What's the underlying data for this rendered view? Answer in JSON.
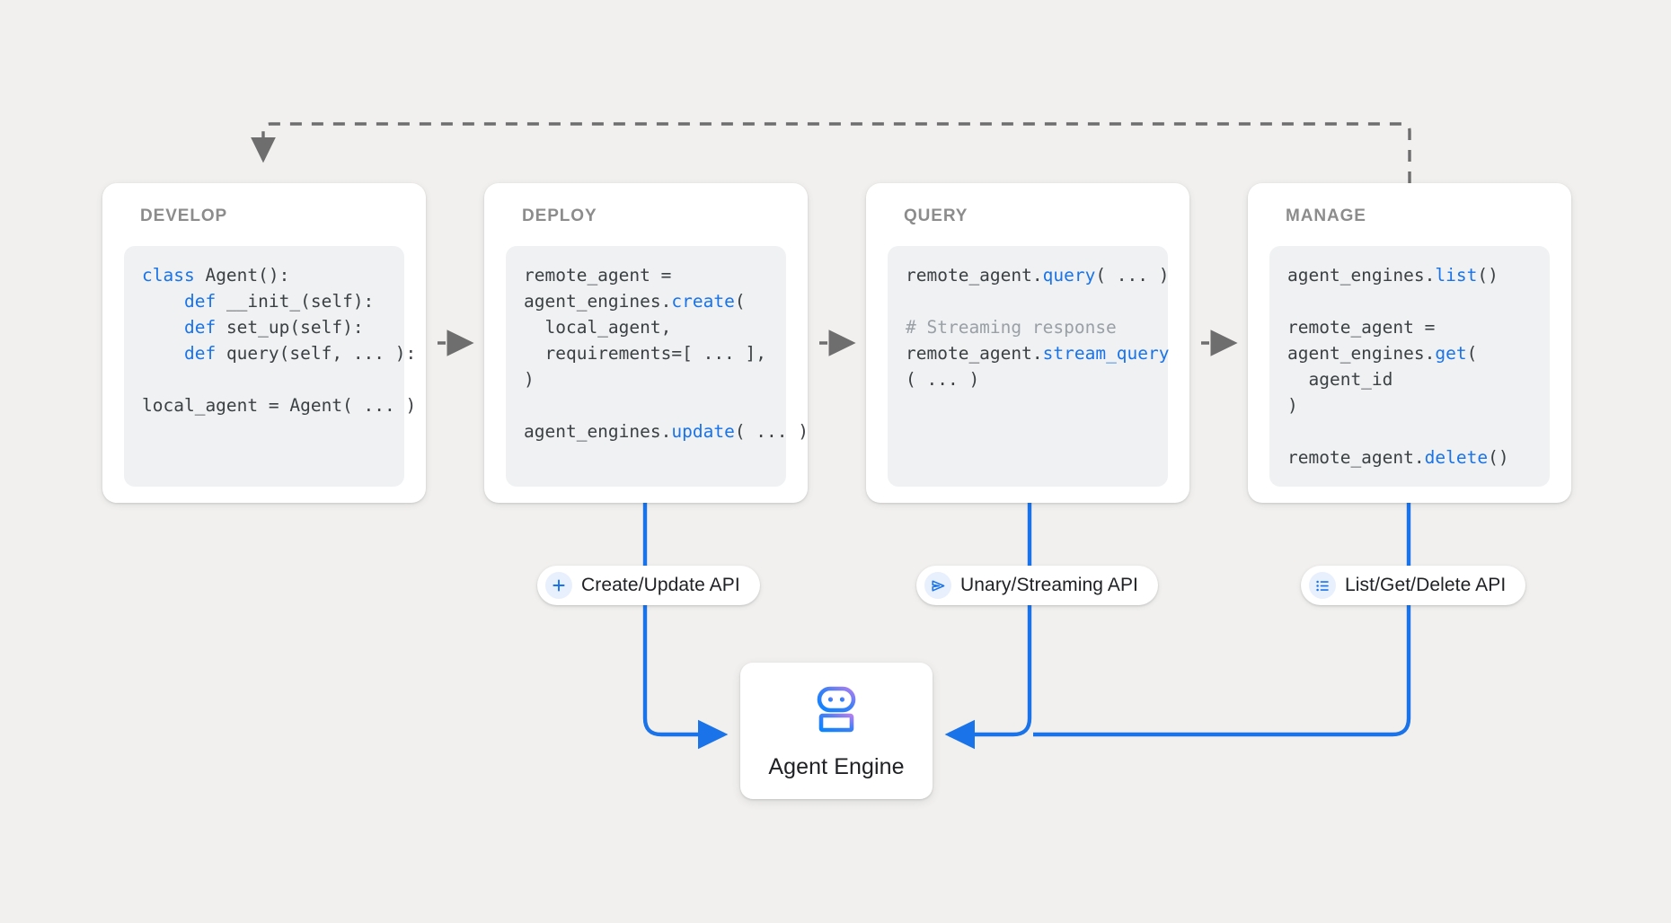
{
  "colors": {
    "canvas": "#f1f0ee",
    "card": "#ffffff",
    "code_bg": "#eff1f3",
    "code_text": "#3c4043",
    "code_keyword": "#1a73e8",
    "code_comment": "#9aa0a6",
    "title_text": "#8c8c8c",
    "wire_blue": "#1a73e8",
    "wire_gray": "#6e6e6e",
    "pill_icon_bg": "#e8f0fe",
    "robot_gradient_start": "#b07ff0",
    "robot_gradient_end": "#0b84ff"
  },
  "stages": [
    {
      "id": "develop",
      "title": "DEVELOP",
      "code_lines": [
        [
          {
            "t": "class ",
            "s": "kw"
          },
          {
            "t": "Agent():",
            "s": ""
          }
        ],
        [
          {
            "t": "    ",
            "s": ""
          },
          {
            "t": "def ",
            "s": "kw"
          },
          {
            "t": "__init_(self):",
            "s": ""
          }
        ],
        [
          {
            "t": "    ",
            "s": ""
          },
          {
            "t": "def ",
            "s": "kw"
          },
          {
            "t": "set_up(self):",
            "s": ""
          }
        ],
        [
          {
            "t": "    ",
            "s": ""
          },
          {
            "t": "def ",
            "s": "kw"
          },
          {
            "t": "query(self, ... ):",
            "s": ""
          }
        ],
        [
          {
            "t": "",
            "s": ""
          }
        ],
        [
          {
            "t": "local_agent = Agent( ... )",
            "s": ""
          }
        ]
      ]
    },
    {
      "id": "deploy",
      "title": "DEPLOY",
      "code_lines": [
        [
          {
            "t": "remote_agent =",
            "s": ""
          }
        ],
        [
          {
            "t": "agent_engines.",
            "s": ""
          },
          {
            "t": "create",
            "s": "fn"
          },
          {
            "t": "(",
            "s": ""
          }
        ],
        [
          {
            "t": "  local_agent,",
            "s": ""
          }
        ],
        [
          {
            "t": "  requirements=[ ... ],",
            "s": ""
          }
        ],
        [
          {
            "t": ")",
            "s": ""
          }
        ],
        [
          {
            "t": "",
            "s": ""
          }
        ],
        [
          {
            "t": "agent_engines.",
            "s": ""
          },
          {
            "t": "update",
            "s": "fn"
          },
          {
            "t": "( ... )",
            "s": ""
          }
        ]
      ]
    },
    {
      "id": "query",
      "title": "QUERY",
      "code_lines": [
        [
          {
            "t": "remote_agent.",
            "s": ""
          },
          {
            "t": "query",
            "s": "fn"
          },
          {
            "t": "( ... )",
            "s": ""
          }
        ],
        [
          {
            "t": "",
            "s": ""
          }
        ],
        [
          {
            "t": "# Streaming response",
            "s": "cmt"
          }
        ],
        [
          {
            "t": "remote_agent.",
            "s": ""
          },
          {
            "t": "stream_query",
            "s": "fn"
          }
        ],
        [
          {
            "t": "( ... )",
            "s": ""
          }
        ]
      ]
    },
    {
      "id": "manage",
      "title": "MANAGE",
      "code_lines": [
        [
          {
            "t": "agent_engines.",
            "s": ""
          },
          {
            "t": "list",
            "s": "fn"
          },
          {
            "t": "()",
            "s": ""
          }
        ],
        [
          {
            "t": "",
            "s": ""
          }
        ],
        [
          {
            "t": "remote_agent =",
            "s": ""
          }
        ],
        [
          {
            "t": "agent_engines.",
            "s": ""
          },
          {
            "t": "get",
            "s": "fn"
          },
          {
            "t": "(",
            "s": ""
          }
        ],
        [
          {
            "t": "  agent_id",
            "s": ""
          }
        ],
        [
          {
            "t": ")",
            "s": ""
          }
        ],
        [
          {
            "t": "",
            "s": ""
          }
        ],
        [
          {
            "t": "remote_agent.",
            "s": ""
          },
          {
            "t": "delete",
            "s": "fn"
          },
          {
            "t": "()",
            "s": ""
          }
        ]
      ]
    }
  ],
  "api_pills": [
    {
      "id": "create",
      "label": "Create/Update API",
      "icon": "plus-icon"
    },
    {
      "id": "unary",
      "label": "Unary/Streaming API",
      "icon": "send-icon"
    },
    {
      "id": "list",
      "label": "List/Get/Delete API",
      "icon": "list-icon"
    }
  ],
  "agent_engine": {
    "label": "Agent Engine",
    "icon": "robot-icon"
  },
  "flow": {
    "stage_arrows": [
      "develop-to-deploy",
      "deploy-to-query",
      "query-to-manage"
    ],
    "feedback_arrow": "manage-back-to-develop"
  }
}
